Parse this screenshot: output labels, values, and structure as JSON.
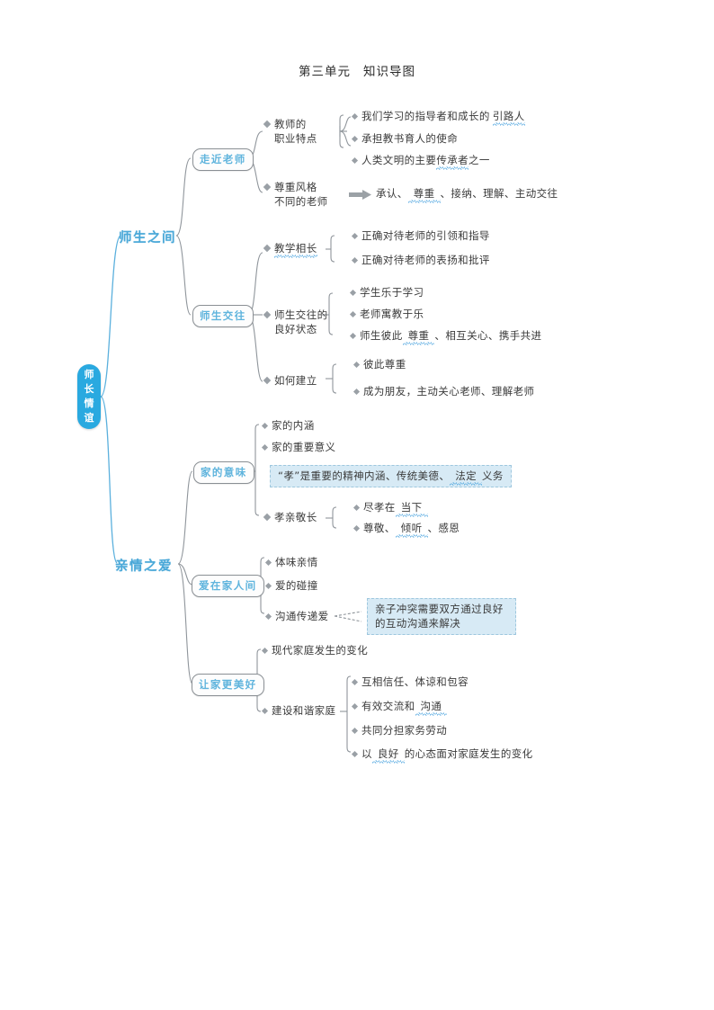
{
  "title": {
    "unit": "第三单元",
    "label": "知识导图"
  },
  "root": {
    "label": "师长情谊",
    "chars": [
      "师",
      "长",
      "情",
      "谊"
    ]
  },
  "branches": {
    "teacher": {
      "label": "师生之间",
      "topics": {
        "approach": {
          "label": "走近老师",
          "groups": [
            {
              "head": [
                "教师的",
                "职业特点"
              ],
              "items": [
                {
                  "pre": "我们学习的指导者和成长的",
                  "wave": "引路人",
                  "post": ""
                },
                {
                  "pre": "承担教书育人的使命",
                  "wave": "",
                  "post": ""
                },
                {
                  "pre": "人类文明的主要",
                  "wave": "传承者",
                  "post": "之一"
                }
              ]
            },
            {
              "head": [
                "尊重风格",
                "不同的老师"
              ],
              "arrow": "arrow-right-icon",
              "result": {
                "pre": "承认、",
                "blank": "尊重",
                "post": "、接纳、理解、主动交往"
              }
            }
          ]
        },
        "interaction": {
          "label": "师生交往",
          "groups": [
            {
              "head_wave": "教学相长",
              "items": [
                "正确对待老师的引领和指导",
                "正确对待老师的表扬和批评"
              ]
            },
            {
              "head": [
                "师生交往的",
                "良好状态"
              ],
              "items": [
                {
                  "pre": "学生乐于学习",
                  "blank": "",
                  "post": ""
                },
                {
                  "pre": "老师寓教于乐",
                  "blank": "",
                  "post": ""
                },
                {
                  "pre": "师生彼此",
                  "blank": "尊重",
                  "post": "、相互关心、携手共进"
                }
              ]
            },
            {
              "head": [
                "如何建立"
              ],
              "items": [
                "彼此尊重",
                "成为朋友，主动关心老师、理解老师"
              ]
            }
          ]
        }
      }
    },
    "family": {
      "label": "亲情之爱",
      "topics": {
        "meaning": {
          "label": "家的意味",
          "items": [
            "家的内涵",
            "家的重要意义"
          ],
          "highlight": {
            "pre": "“孝”是重要的精神内涵、传统美德、",
            "blank": "法定",
            "post": "义务"
          },
          "group": {
            "head": [
              "孝亲敬长"
            ],
            "items": [
              {
                "pre": "尽孝在",
                "blank": "当下",
                "post": ""
              },
              {
                "pre": "尊敬、",
                "blank": "倾听",
                "post": "、感恩"
              }
            ]
          }
        },
        "love": {
          "label": "爱在家人间",
          "items": [
            "体味亲情",
            "爱的碰撞",
            "沟通传递爱"
          ],
          "highlight": "亲子冲突需要双方通过良好的互动沟通来解决"
        },
        "better": {
          "label": "让家更美好",
          "items": [
            "现代家庭发生的变化"
          ],
          "group": {
            "head": [
              "建设和谐家庭"
            ],
            "items": [
              {
                "pre": "互相信任、体谅和包容",
                "blank": "",
                "post": ""
              },
              {
                "pre": "有效交流和",
                "blank": "沟通",
                "post": ""
              },
              {
                "pre": "共同分担家务劳动",
                "blank": "",
                "post": ""
              },
              {
                "pre": "以",
                "blank": "良好",
                "post": "的心态面对家庭发生的变化"
              }
            ]
          }
        }
      }
    }
  },
  "colors": {
    "accent": "#29a9e0",
    "script": "#4aa8d8",
    "highlight": "#d7eaf5",
    "wave": "#56a9e0",
    "text": "#3a3a3a"
  }
}
